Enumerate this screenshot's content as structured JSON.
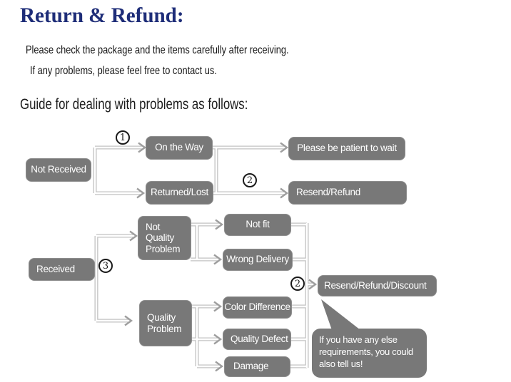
{
  "header": {
    "title": "Return & Refund:",
    "line1": "Please check the package and the items carefully after receiving.",
    "line2": "If any problems, please feel free to contact us.",
    "guide": "Guide for dealing with problems as follows:"
  },
  "flow": {
    "markers": {
      "one": "1",
      "two": "2",
      "three": "3"
    },
    "nodes": {
      "not_received": "Not Received",
      "on_the_way": "On the Way",
      "returned_lost": "Returned/Lost",
      "please_wait": "Please be patient to wait",
      "resend_refund": "Resend/Refund",
      "received": "Received",
      "not_quality_problem": "Not Quality Problem",
      "not_fit": "Not fit",
      "wrong_delivery": "Wrong Delivery",
      "quality_problem": "Quality Problem",
      "color_difference": "Color Difference",
      "quality_defect": "Quality Defect",
      "damage": "Damage",
      "resend_refund_discount": "Resend/Refund/Discount"
    },
    "bubble": "If you have any else requirements, you could also tell us!"
  },
  "colors": {
    "title_navy": "#1e2d78",
    "body_text": "#151515",
    "node_fill": "#787878",
    "node_text": "#ffffff",
    "connector": "#c2c2c2",
    "chevron": "#9e9e9e",
    "marker_ink": "#1a1a1a",
    "background": "#ffffff"
  }
}
